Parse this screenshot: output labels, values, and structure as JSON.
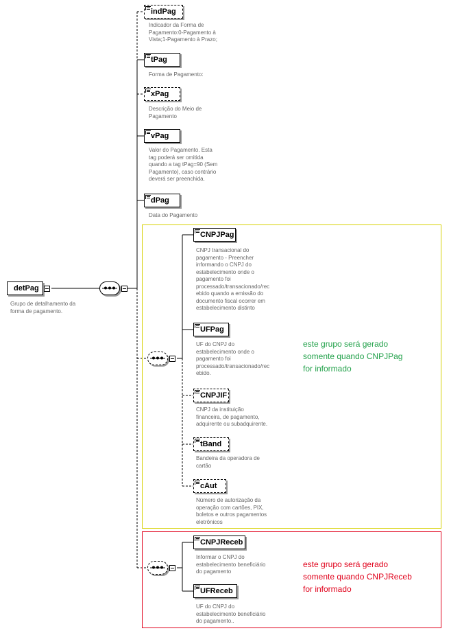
{
  "root": {
    "name": "detPag",
    "desc": "Grupo de detalhamento da\nforma de pagamento."
  },
  "elements": {
    "indPag": {
      "name": "indPag",
      "desc": "Indicador da Forma de\nPagamento:0-Pagamento à\nVista;1-Pagamento à Prazo;"
    },
    "tPag": {
      "name": "tPag",
      "desc": "Forma de Pagamento:"
    },
    "xPag": {
      "name": "xPag",
      "desc": "Descrição do Meio de\nPagamento"
    },
    "vPag": {
      "name": "vPag",
      "desc": "Valor do Pagamento. Esta\ntag poderá ser omitida\nquando a tag tPag=90 (Sem\nPagamento), caso contrário\ndeverá ser preenchida."
    },
    "dPag": {
      "name": "dPag",
      "desc": "Data do Pagamento"
    },
    "CNPJPag": {
      "name": "CNPJPag",
      "desc": "CNPJ transacional do\npagamento - Preencher\ninformando o CNPJ do\nestabelecimento onde o\npagamento foi\nprocessado/transacionado/rec\nebido quando a emissão do\ndocumento fiscal ocorrer em\nestabelecimento distinto"
    },
    "UFPag": {
      "name": "UFPag",
      "desc": "UF do CNPJ do\nestabelecimento onde o\npagamento foi\nprocessado/transacionado/rec\nebido."
    },
    "CNPJIF": {
      "name": "CNPJIF",
      "desc": "CNPJ da instituição\nfinanceira, de pagamento,\nadquirente ou subadquirente."
    },
    "tBand": {
      "name": "tBand",
      "desc": "Bandeira da operadora de\ncartão"
    },
    "cAut": {
      "name": "cAut",
      "desc": "Número de autorização da\noperação com cartões, PIX,\nboletos e outros pagamentos\neletrônicos"
    },
    "CNPJReceb": {
      "name": "CNPJReceb",
      "desc": "Informar o CNPJ do\nestabelecimento beneficiário\ndo pagamento"
    },
    "UFReceb": {
      "name": "UFReceb",
      "desc": "UF do CNPJ do\nestabelecimento beneficiário\ndo pagamento.."
    }
  },
  "notes": {
    "yellow_group": "este grupo será gerado\nsomente quando CNPJPag\nfor informado",
    "red_group": "este grupo será gerado\nsomente quando CNPJReceb\nfor informado"
  },
  "colors": {
    "yellow_border": "#d6d000",
    "red_border": "#e0001a",
    "green_note": "#22a14a",
    "red_note": "#e0001a",
    "desc_text": "#666666"
  }
}
